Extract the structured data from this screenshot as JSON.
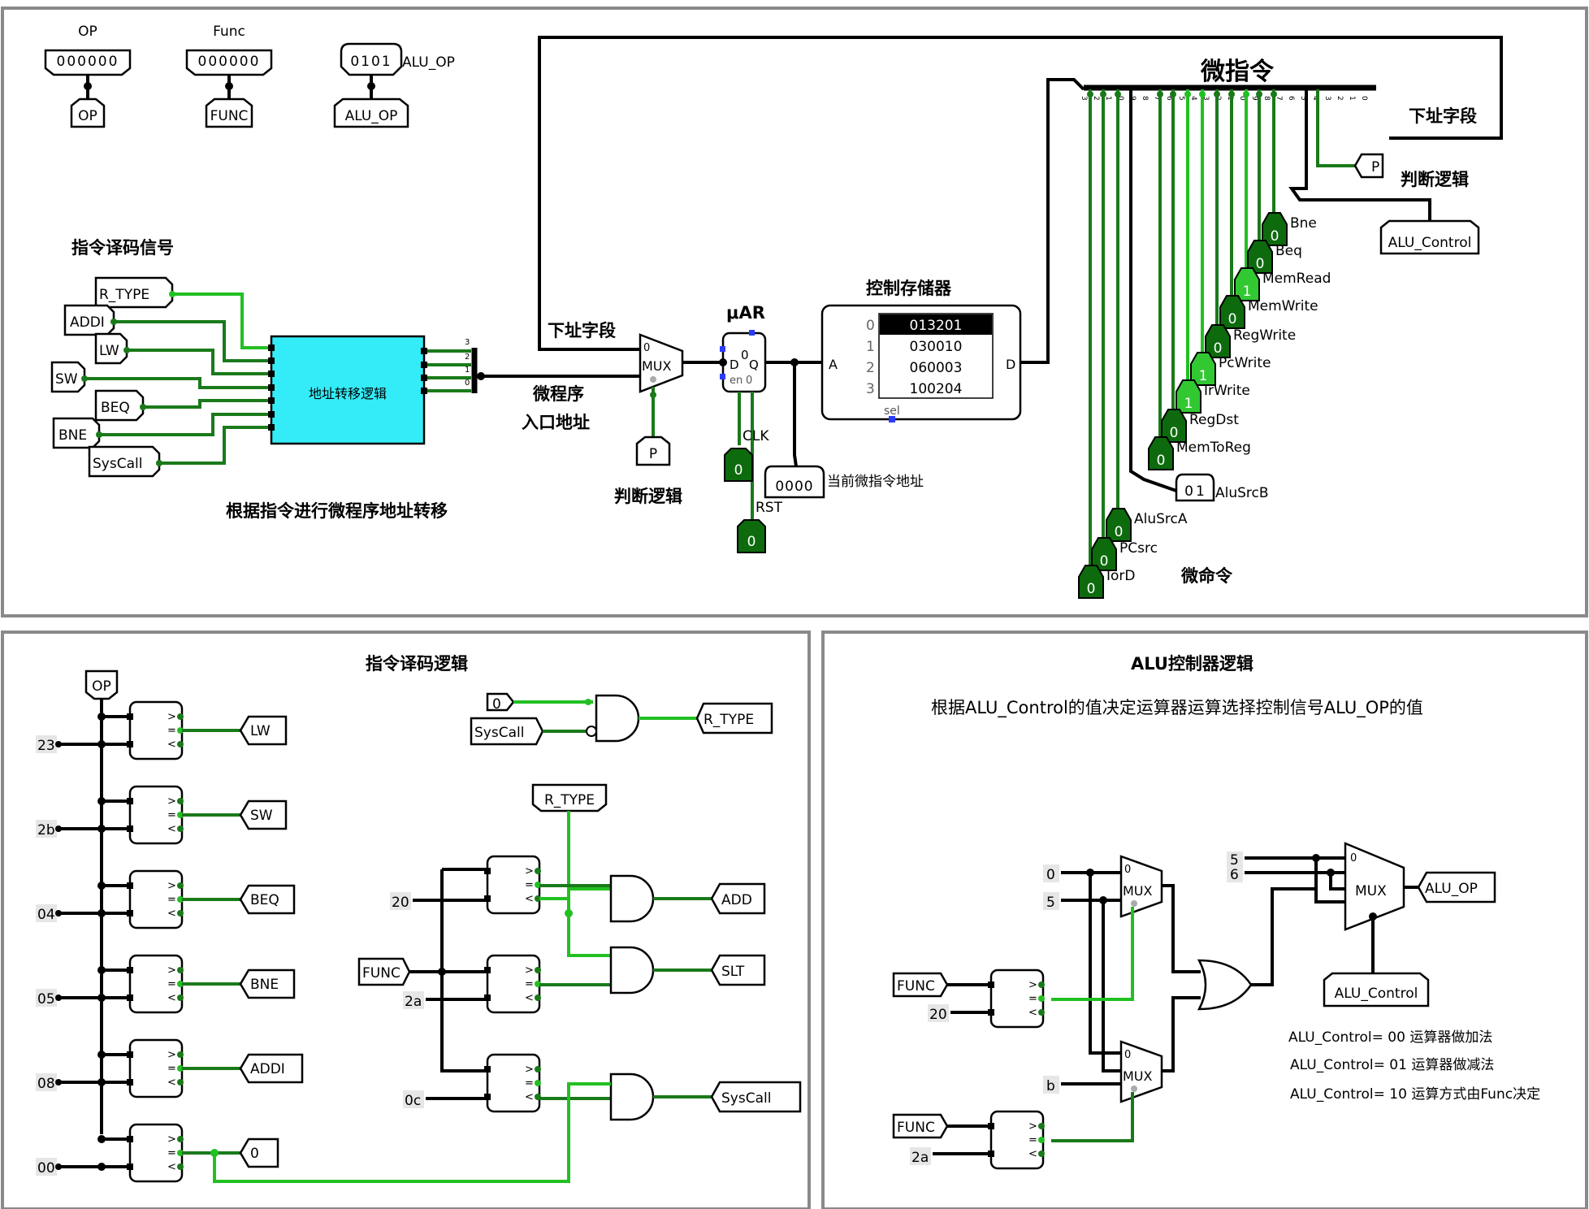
{
  "colors": {
    "wire": "#0a0a0a",
    "wire_dark": "#1a7a1a",
    "wire_bright": "#22c022",
    "bit_dark": "#0d6b0d",
    "bit_bright": "#32c832",
    "address_logic": "#33ecf7",
    "frame": "#888888",
    "pin": "#2a3cff"
  },
  "top": {
    "op_probe": {
      "title": "OP",
      "value": "000000",
      "tunnel": "OP"
    },
    "func_probe": {
      "title": "Func",
      "value": "000000",
      "tunnel": "FUNC"
    },
    "aluop_probe": {
      "value": "0101",
      "label": "ALU_OP",
      "tunnel": "ALU_OP"
    },
    "decode_signals_title": "指令译码信号",
    "decode_signals": [
      "R_TYPE",
      "ADDI",
      "LW",
      "SW",
      "BEQ",
      "BNE",
      "SysCall"
    ],
    "address_logic_label": "地址转移逻辑",
    "address_logic_bits": [
      "3",
      "2",
      "1",
      "0"
    ],
    "transfer_caption": "根据指令进行微程序地址转移",
    "next_addr_field_left": "下址字段",
    "entry_addr_line1": "微程序",
    "entry_addr_line2": "入口地址",
    "mux_label": "MUX",
    "mux_input0": "0",
    "judge_logic_caption": "判断逻辑",
    "judge_tunnel": "P",
    "uar_title": "μAR",
    "register": {
      "d": "D",
      "q": "Q",
      "en": "en",
      "value": "0",
      "q_value": "0"
    },
    "clk_label": "CLK",
    "rst_label": "RST",
    "clk_value": "0",
    "rst_value": "0",
    "current_addr_value": "0000",
    "current_addr_label": "当前微指令地址",
    "control_store_title": "控制存储器",
    "control_store": {
      "rows": [
        {
          "addr": "0",
          "data": "013201"
        },
        {
          "addr": "1",
          "data": "030010"
        },
        {
          "addr": "2",
          "data": "060003"
        },
        {
          "addr": "3",
          "data": "100204"
        }
      ],
      "a_label": "A",
      "d_label": "D",
      "sel_label": "sel"
    },
    "microinstruction_title": "微指令",
    "next_addr_field_right": "下址字段",
    "judge_logic_right": "判断逻辑",
    "right_p_tunnel": "P",
    "alu_control_tunnel": "ALU_Control",
    "micro_commands_title": "微命令",
    "splitter_bit_labels": [
      "3",
      "2",
      "1",
      "0",
      "9",
      "8",
      "7",
      "6",
      "5",
      "4",
      "3",
      "2",
      "1",
      "0",
      "9",
      "8",
      "7",
      "6",
      "5",
      "4",
      "3",
      "2",
      "1",
      "0"
    ],
    "control_bits": [
      {
        "name": "Bne",
        "value": "0"
      },
      {
        "name": "Beq",
        "value": "0"
      },
      {
        "name": "MemRead",
        "value": "1"
      },
      {
        "name": "MemWrite",
        "value": "0"
      },
      {
        "name": "RegWrite",
        "value": "0"
      },
      {
        "name": "PcWrite",
        "value": "1"
      },
      {
        "name": "IrWrite",
        "value": "1"
      },
      {
        "name": "RegDst",
        "value": "0"
      },
      {
        "name": "MemToReg",
        "value": "0"
      },
      {
        "name": "AluSrcA",
        "value": "0"
      },
      {
        "name": "PCsrc",
        "value": "0"
      },
      {
        "name": "IorD",
        "value": "0"
      }
    ],
    "alusrcb": {
      "value": "01",
      "name": "AluSrcB"
    }
  },
  "decode": {
    "title": "指令译码逻辑",
    "op_tunnel": "OP",
    "comparators": [
      {
        "const": "23",
        "out": "LW"
      },
      {
        "const": "2b",
        "out": "SW"
      },
      {
        "const": "04",
        "out": "BEQ"
      },
      {
        "const": "05",
        "out": "BNE"
      },
      {
        "const": "08",
        "out": "ADDI"
      },
      {
        "const": "00",
        "out": "0"
      }
    ],
    "cmp_symbols": [
      ">",
      "=",
      "<"
    ],
    "rtype_and": {
      "in_const": "0",
      "in_tunnel": "SysCall",
      "out": "R_TYPE"
    },
    "func_block": {
      "rtype_tunnel": "R_TYPE",
      "func_tunnel": "FUNC",
      "consts": [
        "20",
        "2a",
        "0c"
      ],
      "outputs": [
        "ADD",
        "SLT",
        "SysCall"
      ]
    }
  },
  "alu": {
    "title": "ALU控制器逻辑",
    "subtitle": "根据ALU_Control的值决定运算器运算选择控制信号ALU_OP的值",
    "mux1_consts": [
      "0",
      "5"
    ],
    "mux2_const": "b",
    "mux_label": "MUX",
    "mux_input0": "0",
    "func_tunnel": "FUNC",
    "func_consts": [
      "20",
      "2a"
    ],
    "big_mux_consts": [
      "5",
      "6"
    ],
    "out_tunnel": "ALU_OP",
    "ctrl_tunnel": "ALU_Control",
    "notes": [
      "ALU_Control= 00 运算器做加法",
      "ALU_Control= 01 运算器做减法",
      "ALU_Control= 10 运算方式由Func决定"
    ]
  }
}
